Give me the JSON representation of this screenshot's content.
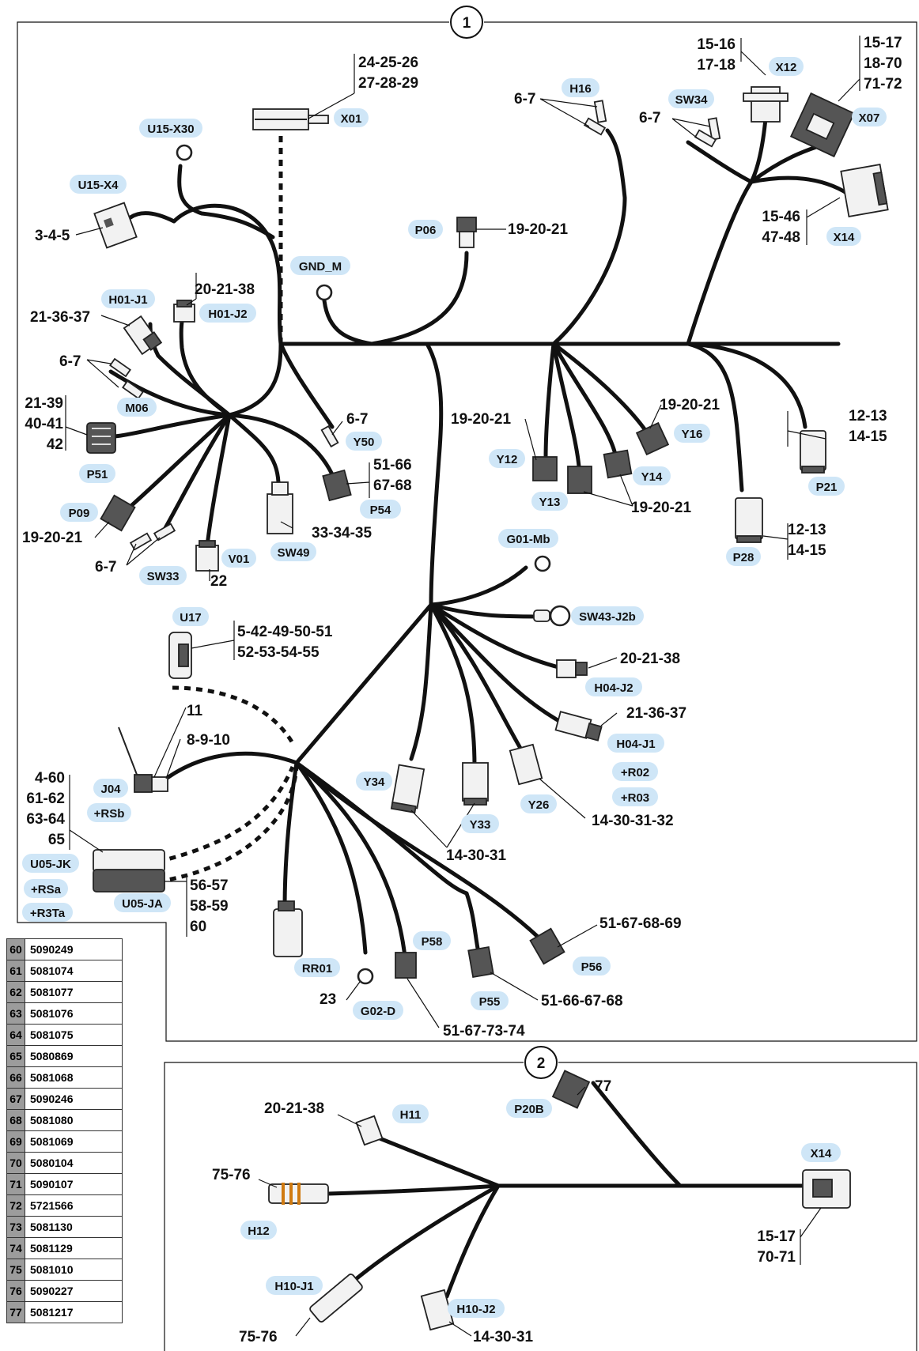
{
  "assemblies": [
    {
      "number": "1"
    },
    {
      "number": "2"
    }
  ],
  "tags": {
    "U15_X30": "U15-X30",
    "U15_X4": "U15-X4",
    "X01": "X01",
    "H16": "H16",
    "SW34": "SW34",
    "X12": "X12",
    "X07": "X07",
    "X14": "X14",
    "P06": "P06",
    "GND_M": "GND_M",
    "H01_J1": "H01-J1",
    "H01_J2": "H01-J2",
    "M06": "M06",
    "P51": "P51",
    "Y50": "Y50",
    "P54": "P54",
    "P09": "P09",
    "SW49": "SW49",
    "V01": "V01",
    "SW33": "SW33",
    "Y12": "Y12",
    "Y13": "Y13",
    "Y14": "Y14",
    "Y16": "Y16",
    "P21": "P21",
    "P28": "P28",
    "G01_Mb": "G01-Mb",
    "SW43_J2b": "SW43-J2b",
    "H04_J2": "H04-J2",
    "H04_J1": "H04-J1",
    "R02": "+R02",
    "R03": "+R03",
    "U17": "U17",
    "J04": "J04",
    "RSb": "+RSb",
    "U05_JK": "U05-JK",
    "RSa": "+RSa",
    "R3Ta": "+R3Ta",
    "U05_JA": "U05-JA",
    "Y34": "Y34",
    "Y33": "Y33",
    "Y26": "Y26",
    "RR01": "RR01",
    "G02_D": "G02-D",
    "P58": "P58",
    "P55": "P55",
    "P56": "P56",
    "H11": "H11",
    "P20B": "P20B",
    "X14b": "X14",
    "H12": "H12",
    "H10_J1": "H10-J1",
    "H10_J2": "H10-J2"
  },
  "refs": {
    "x01_a": "24-25-26",
    "x01_b": "27-28-29",
    "h16": "6-7",
    "x12_a": "15-16",
    "x12_b": "17-18",
    "x07_a": "15-17",
    "x07_b": "18-70",
    "x07_c": "71-72",
    "sw34": "6-7",
    "x14_a": "15-46",
    "x14_b": "47-48",
    "u15x4": "3-4-5",
    "p06": "19-20-21",
    "h01j2": "20-21-38",
    "h01j1": "21-36-37",
    "m06": "6-7",
    "p51_a": "21-39",
    "p51_b": "40-41",
    "p51_c": "42",
    "y50": "6-7",
    "p54_a": "51-66",
    "p54_b": "67-68",
    "p09": "19-20-21",
    "sw49": "33-34-35",
    "sw33": "6-7",
    "v01": "22",
    "y12": "19-20-21",
    "y16": "19-20-21",
    "y13y14": "19-20-21",
    "p21_a": "12-13",
    "p21_b": "14-15",
    "p28_a": "12-13",
    "p28_b": "14-15",
    "u17_a": "5-42-49-50-51",
    "u17_b": "52-53-54-55",
    "j04_a": "11",
    "j04_b": "8-9-10",
    "u05jk_a": "4-60",
    "u05jk_b": "61-62",
    "u05jk_c": "63-64",
    "u05jk_d": "65",
    "u05ja_a": "56-57",
    "u05ja_b": "58-59",
    "u05ja_c": "60",
    "h04j2": "20-21-38",
    "h04j1": "21-36-37",
    "y26": "14-30-31-32",
    "y34y33": "14-30-31",
    "p56": "51-67-68-69",
    "p55": "51-66-67-68",
    "p58": "51-67-73-74",
    "g02d": "23",
    "h11": "20-21-38",
    "p20b": "77",
    "h12": "75-76",
    "h10j1": "75-76",
    "h10j2": "14-30-31",
    "x14b_a": "15-17",
    "x14b_b": "70-71"
  },
  "parts_table": [
    {
      "index": "60",
      "part": "5090249"
    },
    {
      "index": "61",
      "part": "5081074"
    },
    {
      "index": "62",
      "part": "5081077"
    },
    {
      "index": "63",
      "part": "5081076"
    },
    {
      "index": "64",
      "part": "5081075"
    },
    {
      "index": "65",
      "part": "5080869"
    },
    {
      "index": "66",
      "part": "5081068"
    },
    {
      "index": "67",
      "part": "5090246"
    },
    {
      "index": "68",
      "part": "5081080"
    },
    {
      "index": "69",
      "part": "5081069"
    },
    {
      "index": "70",
      "part": "5080104"
    },
    {
      "index": "71",
      "part": "5090107"
    },
    {
      "index": "72",
      "part": "5721566"
    },
    {
      "index": "73",
      "part": "5081130"
    },
    {
      "index": "74",
      "part": "5081129"
    },
    {
      "index": "75",
      "part": "5081010"
    },
    {
      "index": "76",
      "part": "5090227"
    },
    {
      "index": "77",
      "part": "5081217"
    }
  ]
}
